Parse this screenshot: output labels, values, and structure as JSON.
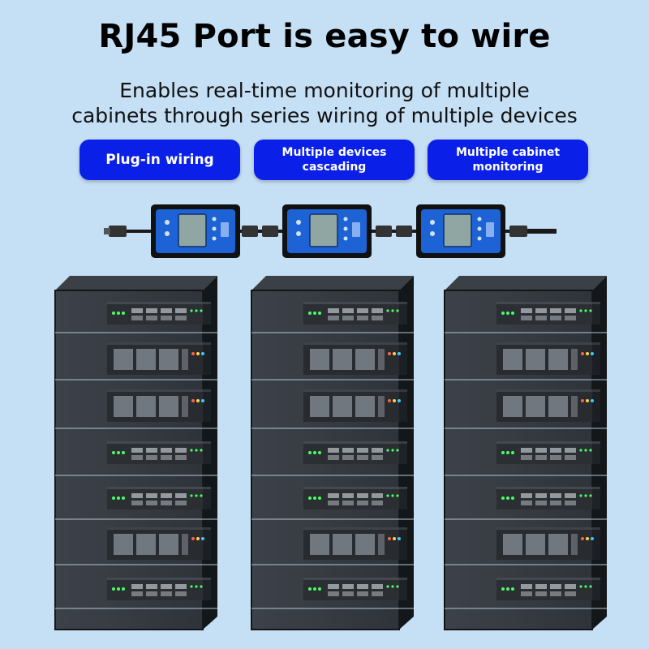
{
  "header": {
    "title": "RJ45 Port is easy to wire",
    "subtitle_line1": "Enables real-time monitoring of multiple",
    "subtitle_line2": "cabinets through series wiring of multiple devices"
  },
  "features": [
    {
      "line1": "Plug-in wiring",
      "line2": ""
    },
    {
      "line1": "Multiple devices",
      "line2": "cascading"
    },
    {
      "line1": "Multiple cabinet",
      "line2": "monitoring"
    }
  ],
  "colors": {
    "background": "#c5dff5",
    "pill": "#0a20e8",
    "device_panel": "#1e63d6",
    "lcd": "#8fa6a3",
    "led_green": "#3dff5a"
  },
  "icons": [
    "rj45-connector-icon",
    "monitoring-device-icon",
    "server-rack-icon"
  ]
}
